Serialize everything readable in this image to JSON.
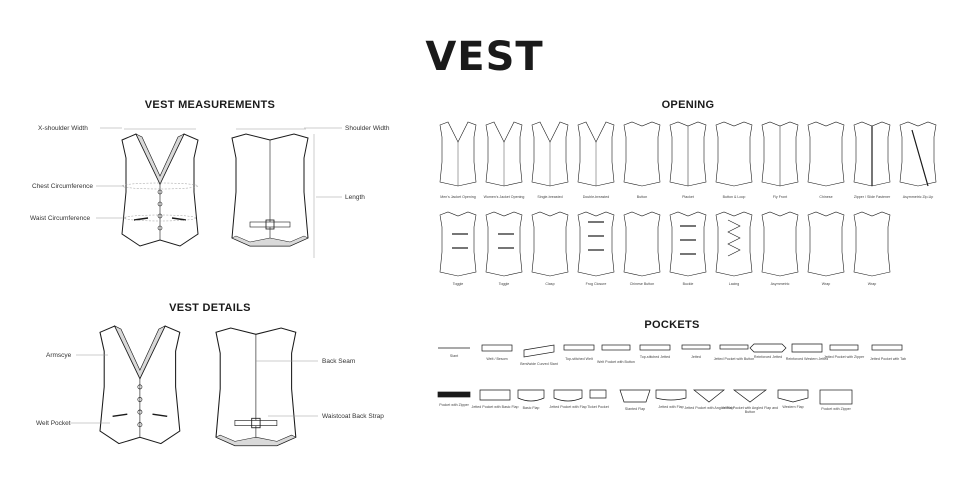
{
  "title": "VEST",
  "sections": {
    "measurements": "VEST MEASUREMENTS",
    "details": "VEST DETAILS",
    "opening": "OPENING",
    "pockets": "POCKETS"
  },
  "measurement_labels": {
    "x_shoulder": "X-shoulder Width",
    "shoulder": "Shoulder Width",
    "chest": "Chest Circumference",
    "waist": "Waist Circumference",
    "length": "Length"
  },
  "detail_labels": {
    "armscye": "Armscye",
    "back_seam": "Back Seam",
    "welt_pocket": "Welt Pocket",
    "back_strap": "Waistcoat Back Strap"
  },
  "openings_row1": [
    "Men's Jacket Opening",
    "Women's Jacket Opening",
    "Single-breasted",
    "Double-breasted",
    "Button",
    "Placket",
    "Button & Loop",
    "Fly Front",
    "Chinese",
    "Zipper / Slide Fastener",
    "Asymmetric Zip-Up"
  ],
  "openings_row2": [
    "Toggle",
    "Toggle",
    "Clasp",
    "Frog Closure",
    "Chinese Button",
    "Buckle",
    "Lacing",
    "Asymmetric",
    "Wrap",
    "Wrap"
  ],
  "pockets_row1": [
    "Slant",
    "Welt / Besom",
    "Bent/wide Curved Slant",
    "Top-stitched Welt",
    "Welt Pocket with Button",
    "Top-stitched Jetted",
    "Jetted",
    "Jetted Pocket with Button",
    "Reinforced Jetted",
    "Reinforced Western Jetted",
    "Jetted Pocket with Zipper",
    "Jetted Pocket with Tab"
  ],
  "pockets_row2": [
    "Pocket with Zipper",
    "Jetted Pocket with Basic Flap",
    "Basic Flap",
    "Jetted Pocket with Flap",
    "Ticket Pocket",
    "Slanted Flap",
    "Jetted with Flap",
    "Jetted Pocket with Angled Flap",
    "Jetted Pocket with Angled Flap and Button",
    "Western Flap",
    "Pocket with Zipper"
  ],
  "colors": {
    "ink": "#1a1a1a",
    "lining": "#d9d9d9",
    "guide": "#999999"
  }
}
